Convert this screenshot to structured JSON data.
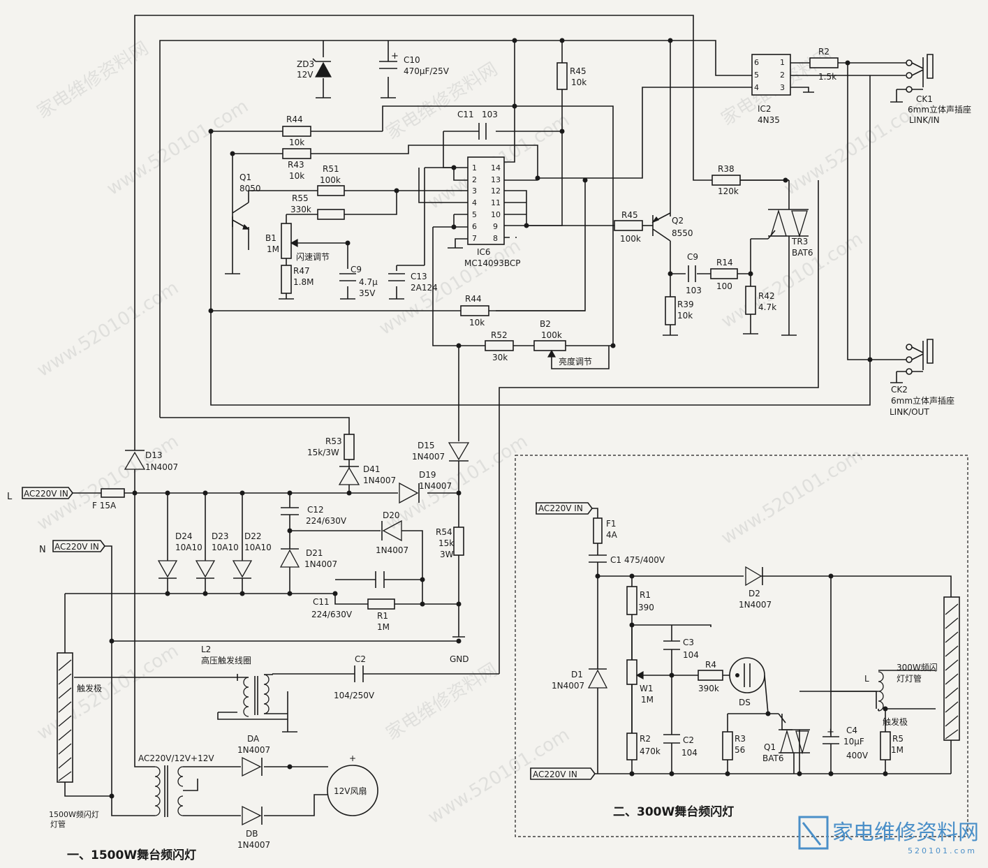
{
  "labels": {
    "zd3": "ZD3",
    "zd3_v": "12V",
    "c10": "C10",
    "c10_v": "470μF/25V",
    "r45a": "R45",
    "r45a_v": "10k",
    "ic2": "IC2",
    "ic2_v": "4N35",
    "r2": "R2",
    "r2_v": "1.5k",
    "ck1": "CK1",
    "ck1_desc": "6mm立体声插座",
    "ck1_link": "LINK/IN",
    "c11a": "C11",
    "c11a_v": "103",
    "r44a": "R44",
    "r44a_v": "10k",
    "r43": "R43",
    "r43_v": "10k",
    "r51": "R51",
    "r51_v": "100k",
    "r55": "R55",
    "r55_v": "330k",
    "q1": "Q1",
    "q1_v": "8050",
    "b1": "B1",
    "b1_v": "1M",
    "b1_fn": "闪速调节",
    "r47": "R47",
    "r47_v": "1.8M",
    "c9a": "C9",
    "c9a_v": "4.7μ",
    "c9a_v2": "35V",
    "c13": "C13",
    "c13_v": "2A124",
    "ic6": "IC6",
    "ic6_v": "MC14093BCP",
    "r38": "R38",
    "r38_v": "120k",
    "r45b": "R45",
    "r45b_v": "100k",
    "q2": "Q2",
    "q2_v": "8550",
    "tr3": "TR3",
    "tr3_v": "BAT6",
    "c9b": "C9",
    "c9b_v": "103",
    "r14": "R14",
    "r14_v": "100",
    "r39": "R39",
    "r39_v": "10k",
    "r42": "R42",
    "r42_v": "4.7k",
    "r44b": "R44",
    "r44b_v": "10k",
    "r52": "R52",
    "r52_v": "30k",
    "b2": "B2",
    "b2_v": "100k",
    "b2_fn": "亮度调节",
    "ck2": "CK2",
    "ck2_desc": "6mm立体声插座",
    "ck2_link": "LINK/OUT",
    "r53": "R53",
    "r53_v": "15k/3W",
    "d15": "D15",
    "d15_v": "1N4007",
    "d41": "D41",
    "d41_v": "1N4007",
    "d19": "D19",
    "d19_v": "1N4007",
    "d13": "D13",
    "d13_v": "1N4007",
    "in_l": "AC220V IN",
    "in_l_tag": "L",
    "f15": "F 15A",
    "in_n": "AC220V IN",
    "in_n_tag": "N",
    "c12": "C12",
    "c12_v": "224/630V",
    "d20": "D20",
    "d20_v": "1N4007",
    "d24": "D24",
    "d24_v": "10A10",
    "d23": "D23",
    "d23_v": "10A10",
    "d22": "D22",
    "d22_v": "10A10",
    "d21": "D21",
    "d21_v": "1N4007",
    "r54": "R54",
    "r54_v": "15k",
    "r54_v2": "3W",
    "c11b": "C11",
    "c11b_v": "224/630V",
    "r1a": "R1",
    "r1a_v": "1M",
    "gnd": "GND",
    "l2": "L2",
    "l2_desc": "高压触发线圈",
    "c2a": "C2",
    "c2a_v": "104/250V",
    "trig1": "触发极",
    "da": "DA",
    "da_v": "1N4007",
    "tx": "AC220V/12V+12V",
    "fan": "12V风扇",
    "fan_plus": "+",
    "db": "DB",
    "db_v": "1N4007",
    "lamp1": "1500W频闪灯",
    "lamp1_b": "灯管",
    "title1": "一、1500W舞台频闪灯",
    "in2": "AC220V IN",
    "f1": "F1",
    "f1_v": "4A",
    "c1": "C1",
    "c1_v": "475/400V",
    "d2": "D2",
    "d2_v": "1N4007",
    "r1b": "R1",
    "r1b_v": "390",
    "c3": "C3",
    "c3_v": "104",
    "r4": "R4",
    "r4_v": "390k",
    "ds": "DS",
    "d1": "D1",
    "d1_v": "1N4007",
    "w1": "W1",
    "w1_v": "1M",
    "lamp2": "300W频闪",
    "lamp2_b": "灯灯管",
    "l_coil": "L",
    "trig2": "触发极",
    "r2b": "R2",
    "r2b_v": "470k",
    "c2b": "C2",
    "c2b_v": "104",
    "r3": "R3",
    "r3_v": "56",
    "q1b": "Q1",
    "q1b_v": "BAT6",
    "c4": "C4",
    "c4_v": "10μF",
    "c4_v2": "400V",
    "r5": "R5",
    "r5_v": "1M",
    "in2b": "AC220V IN",
    "title2": "二、300W舞台频闪灯"
  },
  "ic6_pins": [
    "1",
    "2",
    "3",
    "4",
    "5",
    "6",
    "7",
    "14",
    "13",
    "12",
    "11",
    "10",
    "9",
    "8"
  ],
  "ic2_pins": [
    "6",
    "5",
    "4",
    "1",
    "2",
    "3"
  ],
  "watermark": {
    "text": "家电维修资料网",
    "url": "www.520101.com"
  },
  "logo": {
    "text": "家电维修资料网",
    "sub": "520101.com"
  }
}
